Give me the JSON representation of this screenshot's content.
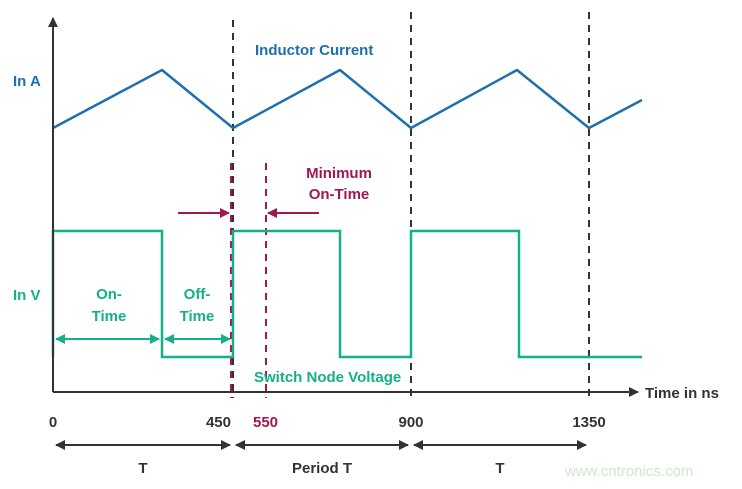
{
  "labels": {
    "inductor_current": "Inductor Current",
    "in_a": "In A",
    "in_v": "In V",
    "minimum_on_time_line1": "Minimum",
    "minimum_on_time_line2": "On-Time",
    "on_time_line1": "On-",
    "on_time_line2": "Time",
    "off_time_line1": "Off-",
    "off_time_line2": "Time",
    "switch_node_voltage": "Switch Node Voltage",
    "time_axis": "Time in ns",
    "period_left": "T",
    "period_middle": "Period T",
    "period_right": "T",
    "watermark": "www.cntronics.com"
  },
  "ticks": {
    "t0": "0",
    "t450": "450",
    "t550": "550",
    "t900": "900",
    "t1350": "1350"
  },
  "colors": {
    "inductor_current": "#1f6fae",
    "switch_node_voltage": "#14b08a",
    "minimum_on_time": "#a3174f",
    "axis": "#333333"
  }
}
